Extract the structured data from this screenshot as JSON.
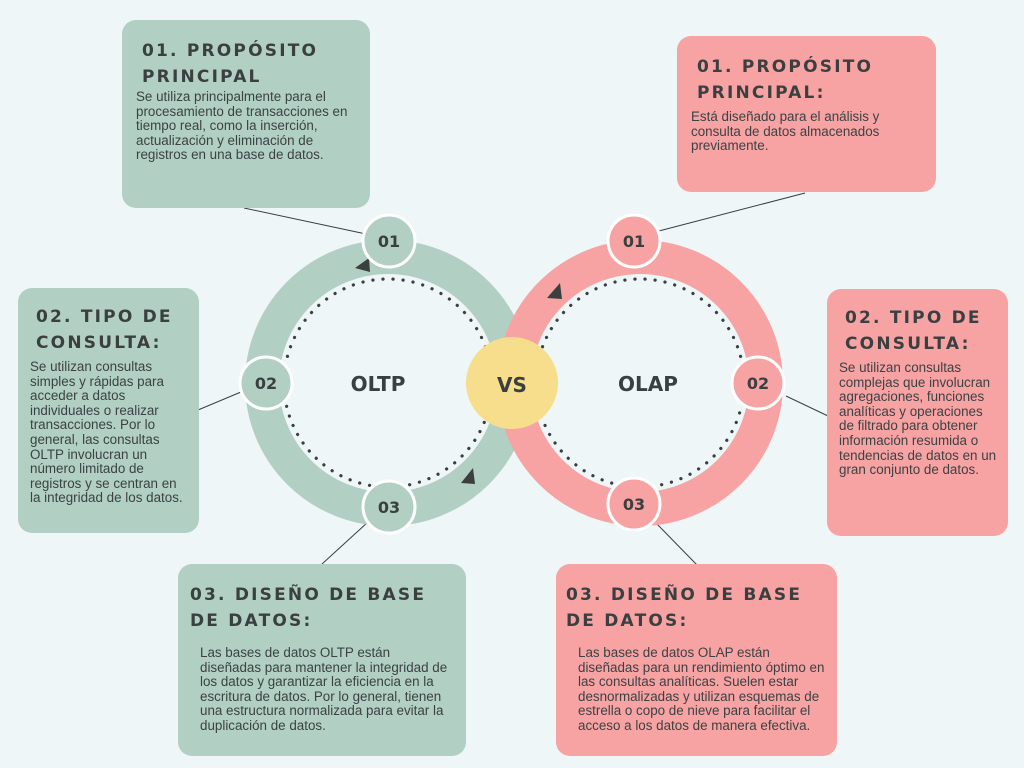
{
  "oltp": {
    "label": "OLTP",
    "color": "#b2cfc3",
    "badges": [
      "01",
      "02",
      "03"
    ],
    "cards": [
      {
        "title": "01. PROPÓSITO PRINCIPAL",
        "text": "Se utiliza principalmente para el procesamiento de transacciones en tiempo real, como la inserción, actualización y eliminación de registros en una base de datos."
      },
      {
        "title": "02. TIPO DE CONSULTA:",
        "text": "Se utilizan consultas simples y rápidas para acceder a datos individuales o realizar transacciones. Por lo general, las consultas OLTP involucran un número limitado de registros y se centran en la integridad de los datos."
      },
      {
        "title": "03. DISEÑO DE BASE DE DATOS:",
        "text": "Las bases de datos OLTP están diseñadas para mantener la integridad de los datos y garantizar la eficiencia en la escritura de datos. Por lo general, tienen una estructura normalizada para evitar la duplicación de datos."
      }
    ]
  },
  "olap": {
    "label": "OLAP",
    "color": "#f7a3a3",
    "badges": [
      "01",
      "02",
      "03"
    ],
    "cards": [
      {
        "title": "01. PROPÓSITO PRINCIPAL:",
        "text": "Está diseñado para el análisis y consulta de datos almacenados previamente."
      },
      {
        "title": "02. TIPO DE CONSULTA:",
        "text": "Se utilizan consultas complejas que involucran agregaciones, funciones analíticas y operaciones de filtrado para obtener información resumida o tendencias de datos en un gran conjunto de datos."
      },
      {
        "title": "03. DISEÑO DE BASE DE DATOS:",
        "text": "Las bases de datos OLAP están diseñadas para un rendimiento óptimo en las consultas analíticas. Suelen estar desnormalizadas y utilizan esquemas de estrella o copo de nieve para facilitar el acceso a los datos de manera efectiva."
      }
    ]
  },
  "vs": {
    "label": "VS",
    "color": "#f7de8c"
  }
}
